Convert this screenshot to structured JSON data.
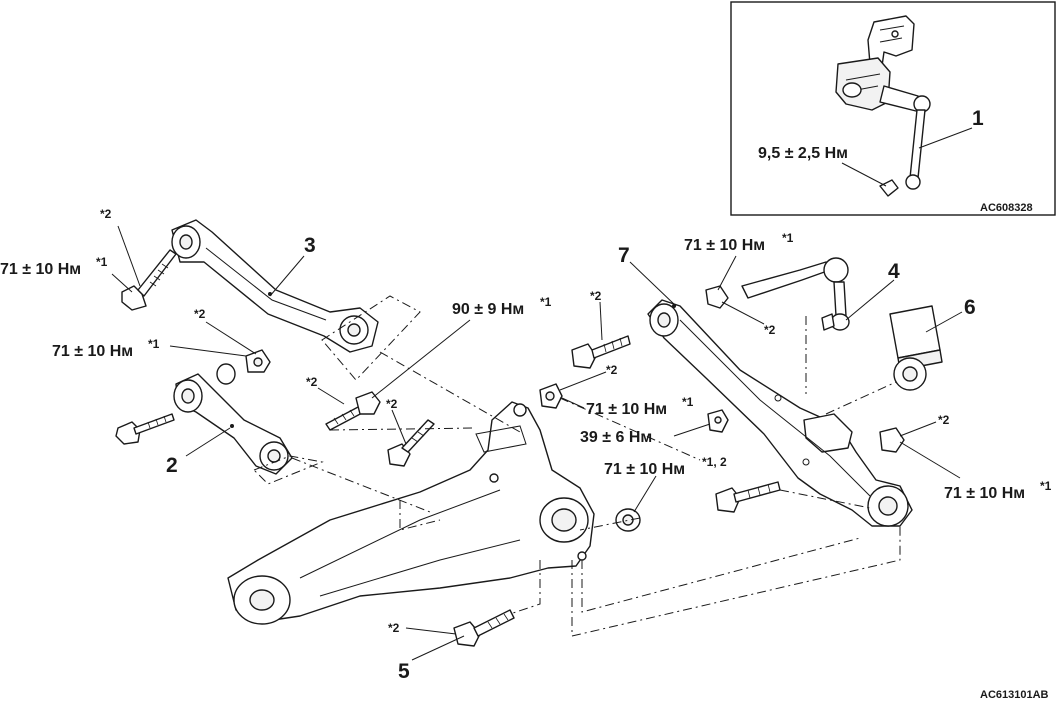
{
  "inset": {
    "code": "AC608328",
    "callout_1": "1",
    "torque": "9,5 ± 2,5 Нм"
  },
  "callouts": {
    "c1": "1",
    "c2": "2",
    "c3": "3",
    "c4": "4",
    "c5": "5",
    "c6": "6",
    "c7": "7"
  },
  "torques": {
    "t_top_left": "71 ± 10 Нм",
    "t_left_mid": "71 ± 10 Нм",
    "t_center": "90 ± 9 Нм",
    "t_top_right": "71 ± 10 Нм",
    "t_center_right": "71 ± 10 Нм",
    "t_39": "39 ± 6 Нм",
    "t_mid_bottom": "71 ± 10 Нм",
    "t_right": "71 ± 10 Нм"
  },
  "footnotes": {
    "star1": "*1",
    "star2": "*2",
    "star12": "*1, 2"
  },
  "figure_code": "AC613101AB"
}
